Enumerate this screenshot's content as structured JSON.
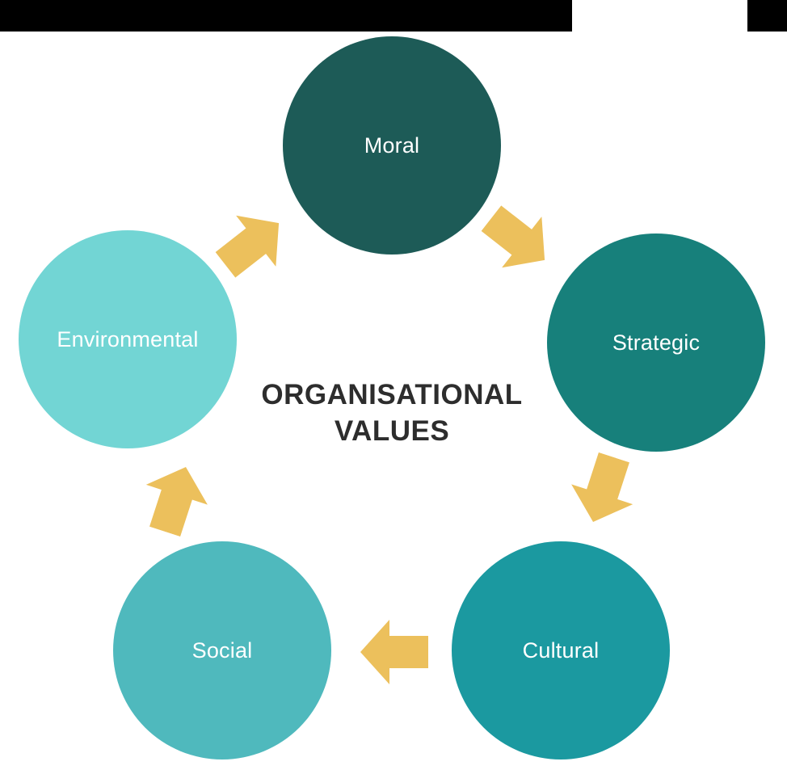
{
  "header": {
    "left_bar_color": "#000000",
    "right_bar_color": "#000000"
  },
  "diagram": {
    "title": {
      "line1": "ORGANISATIONAL",
      "line2": "VALUES",
      "color": "#2d2d2d"
    },
    "label_color": "#ffffff",
    "arrow_color": "#ECC05C",
    "nodes": [
      {
        "id": "moral",
        "label": "Moral",
        "color": "#1D5B57"
      },
      {
        "id": "strategic",
        "label": "Strategic",
        "color": "#17807B"
      },
      {
        "id": "cultural",
        "label": "Cultural",
        "color": "#1B99A0"
      },
      {
        "id": "social",
        "label": "Social",
        "color": "#4FB9BD"
      },
      {
        "id": "environmental",
        "label": "Environmental",
        "color": "#72D5D4"
      }
    ],
    "arrows": [
      {
        "from": "environmental",
        "to": "moral",
        "direction": "up-right"
      },
      {
        "from": "moral",
        "to": "strategic",
        "direction": "down-right"
      },
      {
        "from": "strategic",
        "to": "cultural",
        "direction": "down"
      },
      {
        "from": "cultural",
        "to": "social",
        "direction": "left"
      },
      {
        "from": "social",
        "to": "environmental",
        "direction": "up"
      }
    ]
  }
}
